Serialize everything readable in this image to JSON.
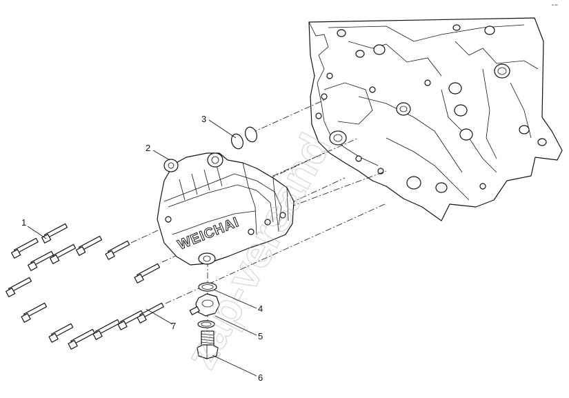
{
  "diagram": {
    "corner_code": "ᵃᵇ ᵃᵃᵃ",
    "brand_text": "WEICHAI",
    "watermark_text": "zap-versand",
    "callouts": [
      {
        "id": "1",
        "label": "1"
      },
      {
        "id": "2",
        "label": "2"
      },
      {
        "id": "3",
        "label": "3"
      },
      {
        "id": "4",
        "label": "4"
      },
      {
        "id": "5",
        "label": "5"
      },
      {
        "id": "6",
        "label": "6"
      },
      {
        "id": "7",
        "label": "7"
      }
    ]
  }
}
